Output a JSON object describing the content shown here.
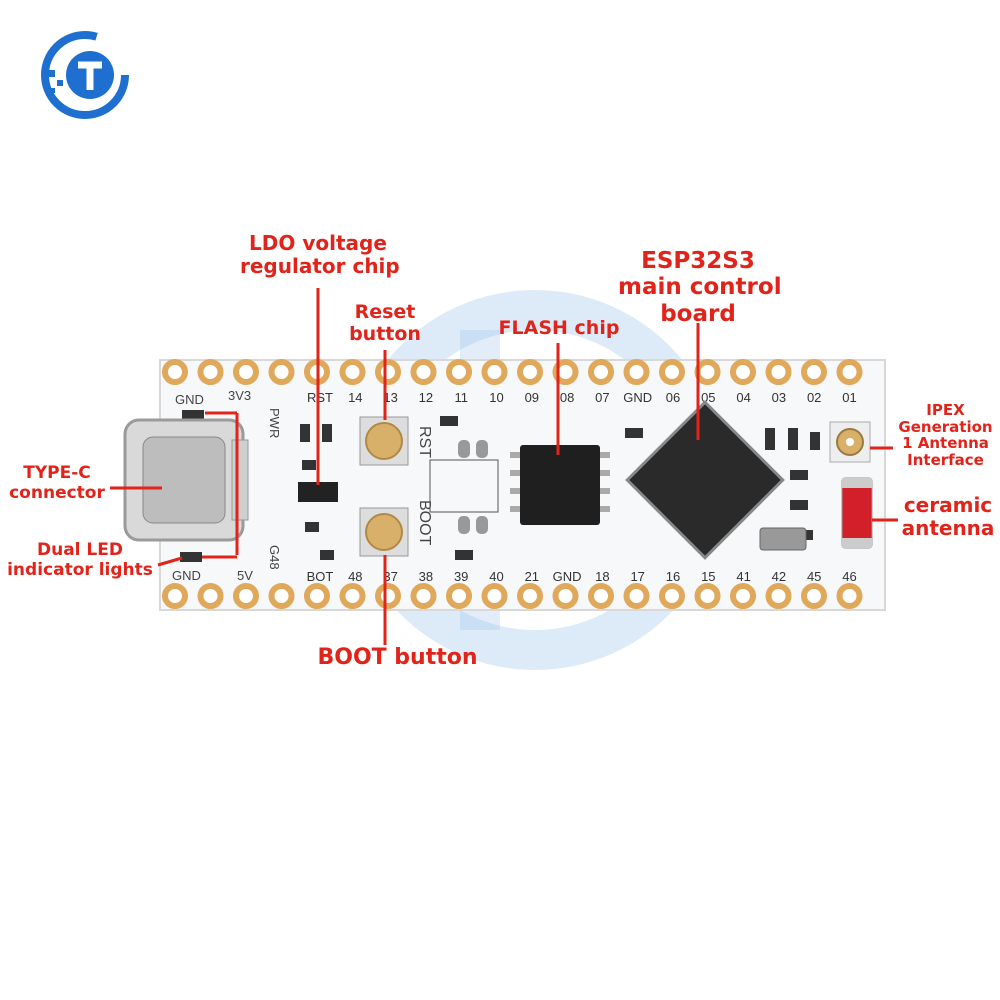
{
  "callouts": {
    "ldo": [
      "LDO voltage",
      "regulator chip"
    ],
    "reset": [
      "Reset",
      "button"
    ],
    "flash": "FLASH chip",
    "esp": [
      "ESP32S3",
      "main control",
      "board"
    ],
    "ipex": [
      "IPEX",
      "Generation",
      "1 Antenna",
      "Interface"
    ],
    "ceramic": [
      "ceramic",
      "antenna"
    ],
    "typec": [
      "TYPE-C",
      "connector"
    ],
    "led": [
      "Dual LED",
      "indicator lights"
    ],
    "boot": "BOOT button"
  },
  "board": {
    "top_pins": [
      "RST",
      "14",
      "13",
      "12",
      "11",
      "10",
      "09",
      "08",
      "07",
      "GND",
      "06",
      "05",
      "04",
      "03",
      "02",
      "01"
    ],
    "bottom_pins": [
      "BOT",
      "48",
      "37",
      "38",
      "39",
      "40",
      "21",
      "GND",
      "18",
      "17",
      "16",
      "15",
      "41",
      "42",
      "45",
      "46"
    ],
    "power_top": [
      "GND",
      "3V3"
    ],
    "power_bottom": [
      "GND",
      "5V"
    ],
    "silk_pwr": "PWR",
    "silk_g48": "G48",
    "silk_rst": "RST",
    "silk_boot": "BOOT"
  },
  "colors": {
    "accent": "#e2231a",
    "pad": "#e0a85a",
    "board": "#f7f8fa",
    "logo": "#1e6fd0"
  }
}
